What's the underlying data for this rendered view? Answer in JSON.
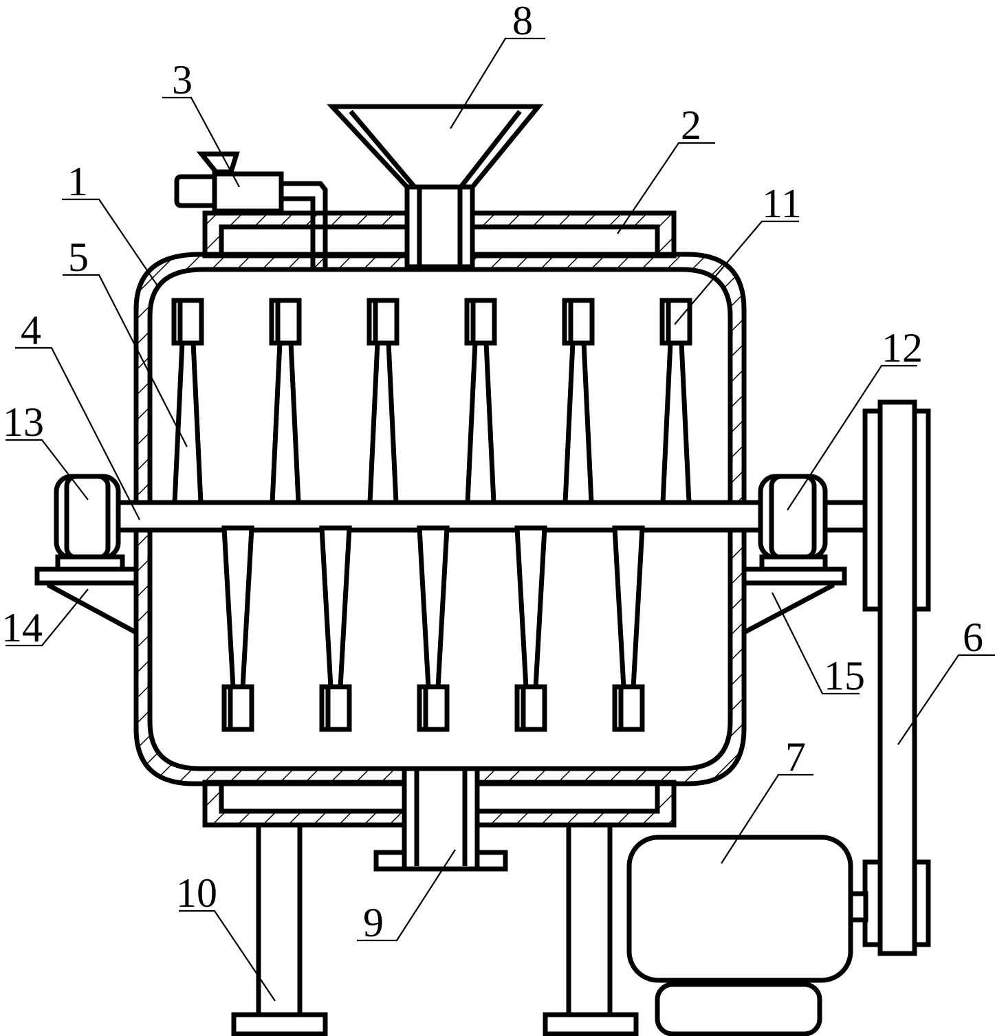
{
  "figure": {
    "title": "Mixer apparatus schematic",
    "line_color": "#000000",
    "background": "#ffffff"
  },
  "callouts": [
    {
      "number": "1",
      "part": "outer shell (hatched wall)"
    },
    {
      "number": "2",
      "part": "upper jacket chamber"
    },
    {
      "number": "3",
      "part": "small feeder / dosing unit"
    },
    {
      "number": "4",
      "part": "stirring shaft"
    },
    {
      "number": "5",
      "part": "upper paddle arm"
    },
    {
      "number": "6",
      "part": "drive belt"
    },
    {
      "number": "7",
      "part": "motor"
    },
    {
      "number": "8",
      "part": "feed hopper"
    },
    {
      "number": "9",
      "part": "discharge outlet"
    },
    {
      "number": "10",
      "part": "support leg"
    },
    {
      "number": "11",
      "part": "paddle blade head"
    },
    {
      "number": "12",
      "part": "right bearing"
    },
    {
      "number": "13",
      "part": "left bearing"
    },
    {
      "number": "14",
      "part": "left bracket"
    },
    {
      "number": "15",
      "part": "right bracket"
    }
  ],
  "paddles": {
    "upper_count": 6,
    "lower_count": 5
  }
}
